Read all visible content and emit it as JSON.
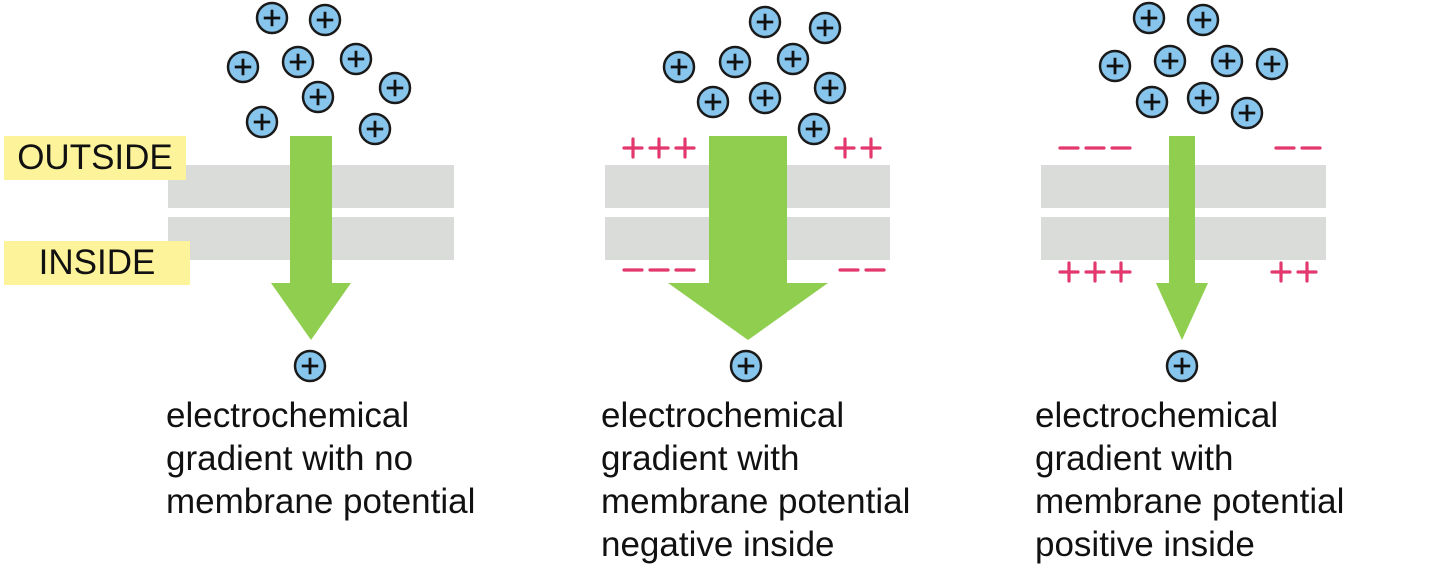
{
  "labels": {
    "outside": "OUTSIDE",
    "inside": "INSIDE"
  },
  "panels": [
    {
      "caption_lines": [
        "electrochemical",
        "gradient with no",
        "membrane potential"
      ],
      "top_left_charges": "",
      "top_right_charges": "",
      "bottom_left_charges": "",
      "bottom_right_charges": ""
    },
    {
      "caption_lines": [
        "electrochemical",
        "gradient with",
        "membrane potential",
        "negative inside"
      ],
      "top_left_charges": "+++",
      "top_right_charges": "++",
      "bottom_left_charges": "---",
      "bottom_right_charges": "--"
    },
    {
      "caption_lines": [
        "electrochemical",
        "gradient with",
        "membrane potential",
        "positive inside"
      ],
      "top_left_charges": "---",
      "top_right_charges": "--",
      "bottom_left_charges": "+++",
      "bottom_right_charges": "++"
    }
  ],
  "colors": {
    "ion_fill": "#87c5ec",
    "arrow": "#8fce4f",
    "membrane": "#dadcd9",
    "charge": "#e2386e",
    "label_highlight": "#fdf39a"
  },
  "icons": {
    "ion": "positive-ion-icon"
  }
}
